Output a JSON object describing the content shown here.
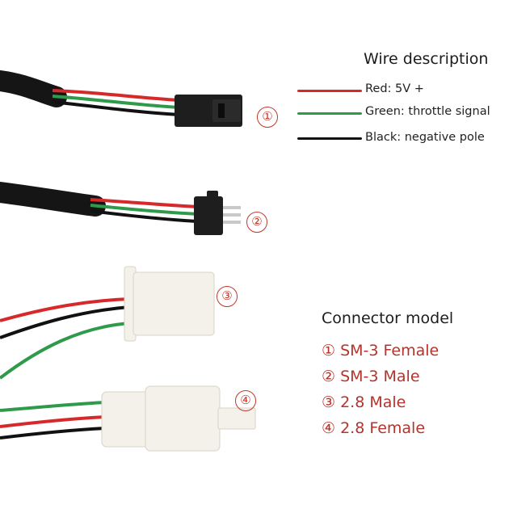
{
  "legend": {
    "title": "Wire description",
    "items": [
      {
        "label": "Red: 5V +",
        "color": "#d62a2a"
      },
      {
        "label": "Green: throttle signal",
        "color": "#2e9a4a"
      },
      {
        "label": "Black: negative pole",
        "color": "#111111"
      }
    ]
  },
  "connectors": {
    "title": "Connector model",
    "numbers": [
      "①",
      "②",
      "③",
      "④"
    ],
    "items": [
      "① SM-3 Female",
      "② SM-3 Male",
      "③ 2.8 Male",
      "④ 2.8 Female"
    ]
  },
  "colors": {
    "wire_red": "#d62a2a",
    "wire_green": "#2e9a4a",
    "wire_black": "#111111",
    "accent_red": "#c0392b",
    "connector_black": "#1e1e1e",
    "connector_white": "#f4f1ea"
  }
}
